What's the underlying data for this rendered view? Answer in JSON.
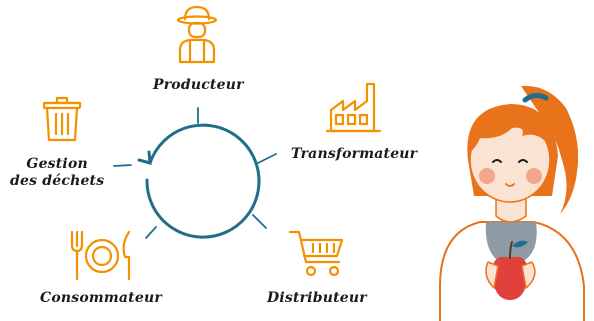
{
  "diagram": {
    "stages": [
      {
        "id": "producteur",
        "label": "Producteur",
        "icon": "farmer-icon"
      },
      {
        "id": "transformateur",
        "label": "Transformateur",
        "icon": "factory-icon"
      },
      {
        "id": "distributeur",
        "label": "Distributeur",
        "icon": "shopping-cart-icon"
      },
      {
        "id": "consommateur",
        "label": "Consommateur",
        "icon": "plate-fork-knife-icon"
      },
      {
        "id": "gestion",
        "label_line1": "Gestion",
        "label_line2": "des déchets",
        "icon": "trash-bin-icon"
      }
    ],
    "colors": {
      "icon": "#F39200",
      "cycle": "#1F6E8C",
      "label": "#1a1a1a",
      "hair": "#E8731A",
      "skin": "#FBE3D3",
      "apple": "#E2403A",
      "shirt": "#8C9BA5"
    },
    "illustration": "girl-holding-apple-illustration"
  }
}
